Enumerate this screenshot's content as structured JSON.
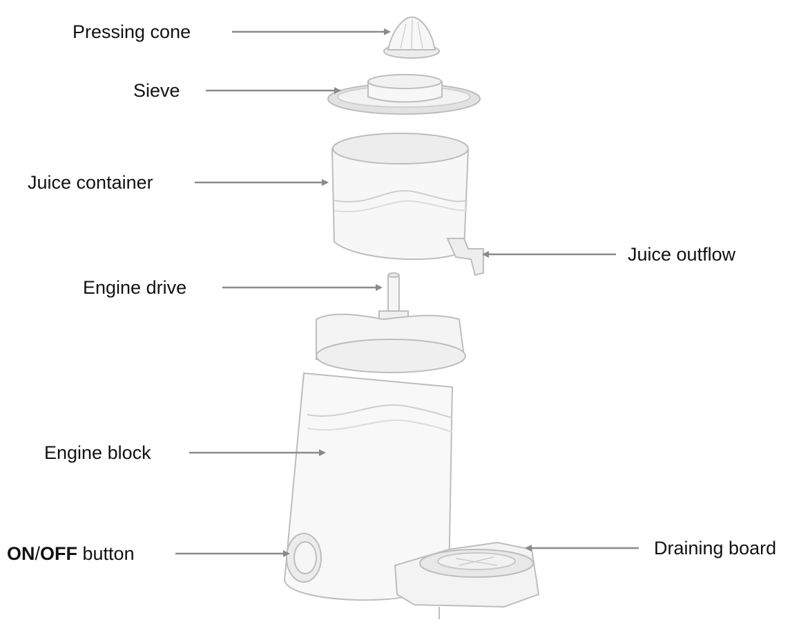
{
  "labels": {
    "pressing_cone": "Pressing cone",
    "sieve": "Sieve",
    "juice_container": "Juice container",
    "juice_outflow": "Juice outflow",
    "engine_drive": "Engine drive",
    "engine_block": "Engine block",
    "on_off_bold_on": "ON",
    "on_off_slash": "/",
    "on_off_bold_off": "OFF",
    "on_off_rest": " button",
    "draining_board": "Draining board"
  },
  "colors": {
    "text": "#111111",
    "arrow": "#8a8a8a",
    "outline": "#bdbdbd",
    "shade": "#e2e2e2",
    "fill": "#f7f7f7"
  }
}
